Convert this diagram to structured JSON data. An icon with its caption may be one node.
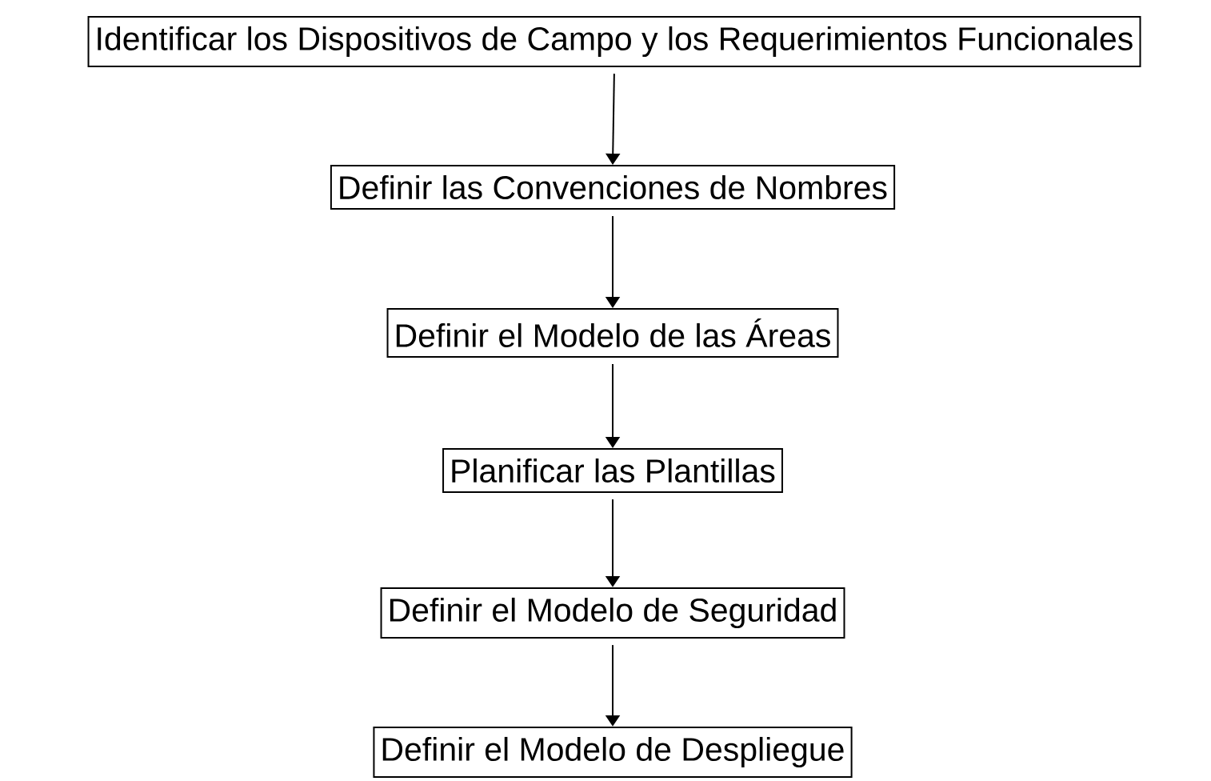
{
  "diagram": {
    "nodes": [
      {
        "text": [
          "Identificar los Dispositivos de Campo y los Requerimientos Funcionales"
        ]
      },
      {
        "text": [
          "Definir las Convenciones de Nombres"
        ]
      },
      {
        "text": [
          "Definir el Modelo de las Áreas"
        ]
      },
      {
        "text": [
          "Planificar las Plantillas"
        ]
      },
      {
        "text": [
          "Definir el Modelo de Seguridad"
        ]
      },
      {
        "text": [
          "Definir el Modelo de Despliegue"
        ]
      }
    ],
    "edges": [
      {
        "from": 0,
        "to": 1,
        "arrow": "to"
      },
      {
        "from": 1,
        "to": 2,
        "arrow": "to"
      },
      {
        "from": 2,
        "to": 3,
        "arrow": "to"
      },
      {
        "from": 3,
        "to": 4,
        "arrow": "to"
      },
      {
        "from": 4,
        "to": 5,
        "arrow": "to"
      }
    ]
  }
}
